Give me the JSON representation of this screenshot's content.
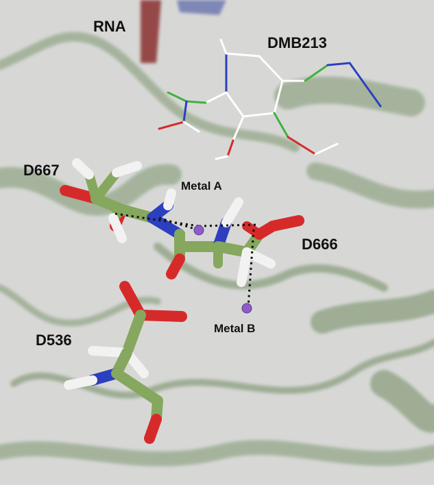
{
  "labels": {
    "rna": "RNA",
    "dmb213": "DMB213",
    "d667": "D667",
    "metal_a": "Metal A",
    "d666": "D666",
    "metal_b": "Metal B",
    "d536": "D536"
  },
  "colors": {
    "background": "#d7d8d6",
    "ribbon": "#6f8a5f",
    "carbon": "#86a75e",
    "oxygen": "#d62a2a",
    "nitrogen": "#2c3fbf",
    "hydrogen": "#f2f2f2",
    "ligand_carbon": "#ffffff",
    "ligand_green": "#3fb040",
    "metal": "#8e5cc7",
    "rna": "#8a2e2e"
  }
}
